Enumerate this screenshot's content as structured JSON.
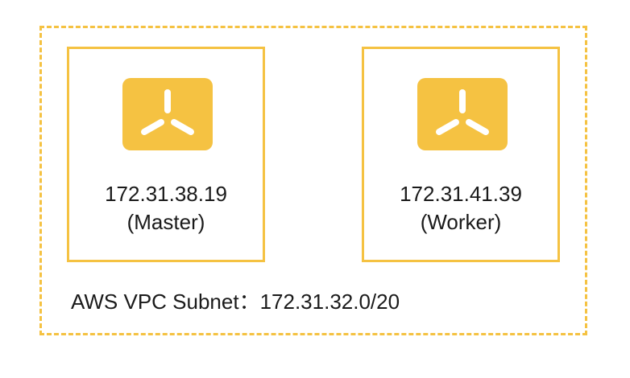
{
  "colors": {
    "accent": "#f5c242",
    "icon_mark": "#ffffff",
    "text": "#1a1a1a"
  },
  "subnet": {
    "label": "AWS VPC Subnet：172.31.32.0/20"
  },
  "nodes": [
    {
      "ip": "172.31.38.19",
      "role": "(Master)",
      "icon": "kubernetes-node-icon"
    },
    {
      "ip": "172.31.41.39",
      "role": "(Worker)",
      "icon": "kubernetes-node-icon"
    }
  ]
}
